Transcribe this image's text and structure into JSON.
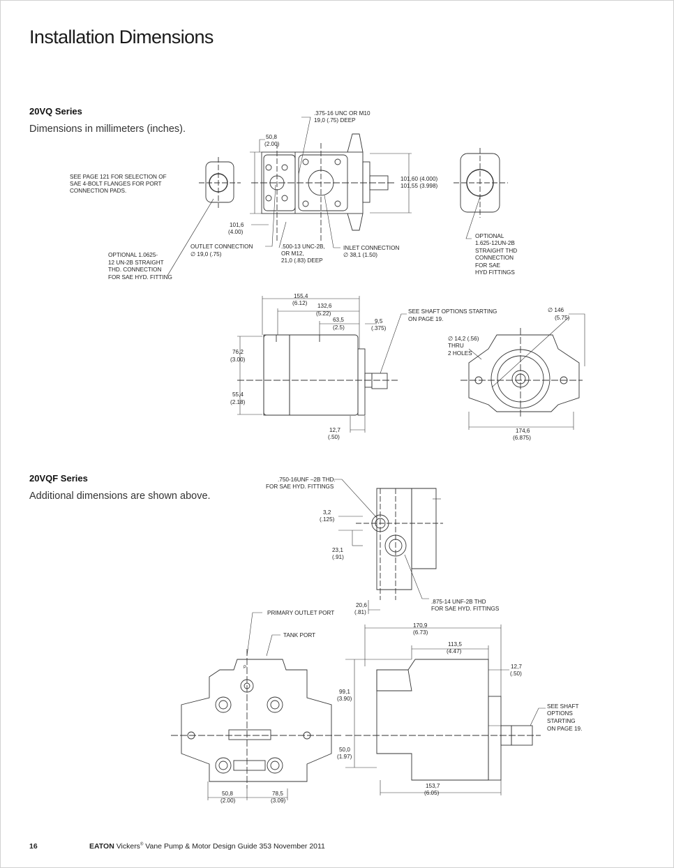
{
  "page": {
    "title": "Installation Dimensions",
    "page_number": "16",
    "footer": {
      "brand": "EATON",
      "guide_pre": "Vickers",
      "registered": "®",
      "guide_post": "Vane Pump & Motor Design Guide",
      "doc_number": "353",
      "date": "November 2011"
    }
  },
  "series_20vq": {
    "heading": "20VQ Series",
    "note": "Dimensions in millimeters (inches).",
    "labels": {
      "bolt_note": ".375-16 UNC OR M10",
      "bolt_note_2": "19,0 (.75) DEEP",
      "dim_50_8": "50,8",
      "dim_50_8_in": "(2.00)",
      "see_page": "SEE PAGE 121 FOR SELECTION OF",
      "see_page_2": "SAE 4-BOLT FLANGES FOR PORT",
      "see_page_3": "CONNECTION PADS.",
      "dim_101_60": "101,60 (4.000)",
      "dim_101_55": "101,55 (3.998)",
      "dim_101_6": "101,6",
      "dim_101_6_in": "(4.00)",
      "outlet_conn": "OUTLET CONNECTION",
      "outlet_dia": "∅ 19,0 (.75)",
      "unc_500": ".500-13 UNC-2B,",
      "unc_500_2": "OR M12,",
      "unc_500_3": "21,0 (.83) DEEP",
      "inlet_conn": "INLET CONNECTION",
      "inlet_dia": "∅ 38,1 (1.50)",
      "opt_left_1": "OPTIONAL 1.0625-",
      "opt_left_2": "12 UN-2B STRAIGHT",
      "opt_left_3": "THD. CONNECTION",
      "opt_left_4": "FOR SAE HYD. FITTING",
      "opt_right_1": "OPTIONAL",
      "opt_right_2": "1.625-12UN-2B",
      "opt_right_3": "STRAIGHT THD",
      "opt_right_4": "CONNECTION",
      "opt_right_5": "FOR SAE",
      "opt_right_6": "HYD FITTINGS",
      "dim_155_4": "155,4",
      "dim_155_4_in": "(6.12)",
      "dim_132_6": "132,6",
      "dim_132_6_in": "(5.22)",
      "dim_63_5": "63,5",
      "dim_63_5_in": "(2.5)",
      "dim_9_5": "9,5",
      "dim_9_5_in": "(.375)",
      "shaft_opt_1": "SEE SHAFT OPTIONS STARTING",
      "shaft_opt_2": "ON PAGE 19.",
      "dim_146": "∅ 146",
      "dim_146_in": "(5.75)",
      "dim_14_2": "∅ 14,2 (.56)",
      "thru": "THRU",
      "two_holes": "2 HOLES",
      "dim_76_2": "76,2",
      "dim_76_2_in": "(3.00)",
      "dim_55_4": "55,4",
      "dim_55_4_in": "(2.18)",
      "dim_12_7": "12,7",
      "dim_12_7_in": "(.50)",
      "dim_174_6": "174,6",
      "dim_174_6_in": "(6.875)"
    }
  },
  "series_20vqf": {
    "heading": "20VQF Series",
    "note": "Additional dimensions are shown above.",
    "labels": {
      "unf_750": ".750-16UNF    –2B THD.",
      "unf_750_2": "FOR SAE HYD. FITTINGS",
      "dim_3_2": "3,2",
      "dim_3_2_in": "(.125)",
      "dim_23_1": "23,1",
      "dim_23_1_in": "(.91)",
      "dim_20_6": "20,6",
      "dim_20_6_in": "(.81)",
      "unf_875": ".875-14 UNF-2B THD",
      "unf_875_2": "FOR SAE HYD. FITTINGS",
      "primary_outlet": "PRIMARY OUTLET PORT",
      "tank_port": "TANK PORT",
      "port_p": "P",
      "dim_170_9": "170,9",
      "dim_170_9_in": "(6.73)",
      "dim_113_5": "113,5",
      "dim_113_5_in": "(4.47)",
      "dim_12_7b": "12,7",
      "dim_12_7b_in": "(.50)",
      "dim_99_1": "99,1",
      "dim_99_1_in": "(3.90)",
      "shaft_1": "SEE SHAFT",
      "shaft_2": "OPTIONS",
      "shaft_3": "STARTING",
      "shaft_4": "ON PAGE 19.",
      "dim_50_0": "50,0",
      "dim_50_0_in": "(1.97)",
      "dim_50_8b": "50,8",
      "dim_50_8b_in": "(2.00)",
      "dim_78_5": "78,5",
      "dim_78_5_in": "(3.09)",
      "dim_153_7": "153,7",
      "dim_153_7_in": "(6.05)"
    }
  }
}
